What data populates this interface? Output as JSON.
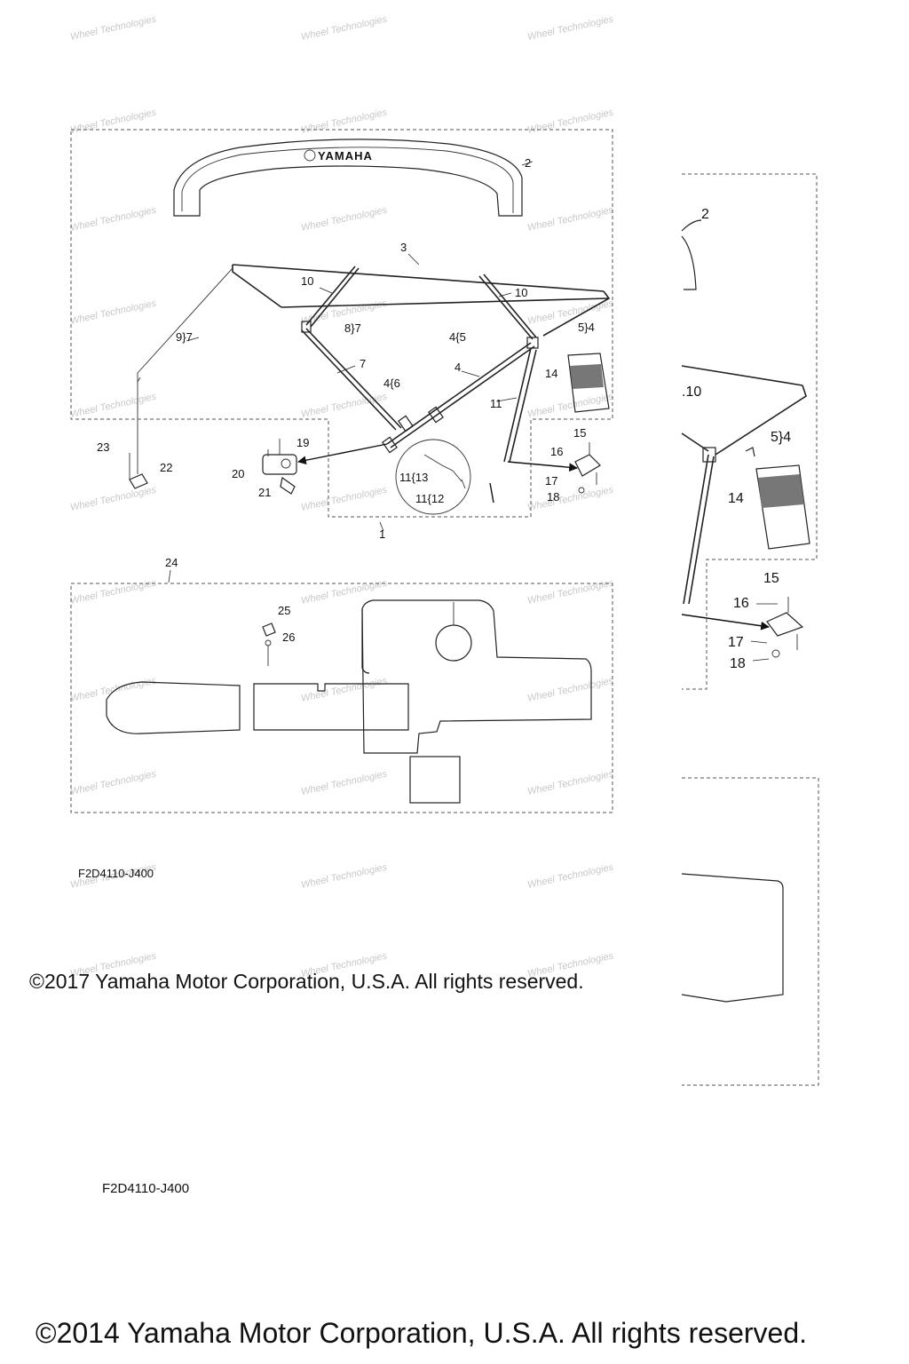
{
  "watermark": "Wheel Technologies",
  "main_view": {
    "brand_label": "YAMAHA",
    "callouts": {
      "c1": "1",
      "c2": "2",
      "c3": "3",
      "c4": "4",
      "c4_5": "4{5",
      "c4_6": "4{6",
      "c5_4": "5}4",
      "c7": "7",
      "c8_7": "8}7",
      "c9_7": "9}7",
      "c10a": "10",
      "c10b": "10",
      "c11": "11",
      "c11_13": "11{13",
      "c11_12": "11{12",
      "c14": "14",
      "c15": "15",
      "c16": "16",
      "c17": "17",
      "c18": "18",
      "c19": "19",
      "c20": "20",
      "c21": "21",
      "c22": "22",
      "c23": "23"
    }
  },
  "mat_view": {
    "callouts": {
      "c24": "24",
      "c25": "25",
      "c26": "26"
    },
    "code": "F2D4110-J400"
  },
  "copyright_2017": "©2017 Yamaha Motor Corporation, U.S.A. All rights reserved.",
  "second_view": {
    "callouts": {
      "c2": "2",
      "c10": ".10",
      "c5_4": "5}4",
      "c14": "14",
      "c15": "15",
      "c16": "16",
      "c17": "17",
      "c18": "18"
    },
    "code": "F2D4110-J400"
  },
  "copyright_2014": "©2014 Yamaha Motor Corporation, U.S.A. All rights reserved."
}
